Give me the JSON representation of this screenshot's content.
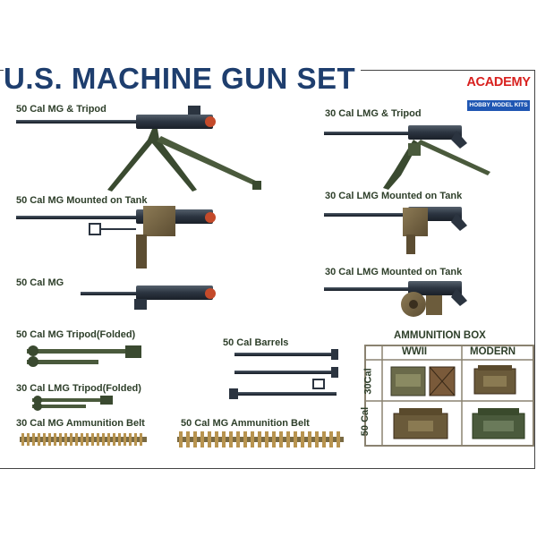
{
  "header": {
    "title": "U.S. MACHINE GUN SET",
    "brand": "ACADEMY",
    "brand_sub": "HOBBY MODEL KITS"
  },
  "items": {
    "mg50_tripod": "50 Cal MG & Tripod",
    "lmg30_tripod": "30 Cal LMG & Tripod",
    "mg50_tank": "50 Cal MG Mounted on Tank",
    "lmg30_tank_a": "30 Cal LMG Mounted on Tank",
    "mg50": "50 Cal MG",
    "lmg30_tank_b": "30 Cal LMG Mounted on Tank",
    "mg50_tripod_folded": "50 Cal MG Tripod(Folded)",
    "barrels50": "50 Cal Barrels",
    "lmg30_tripod_folded": "30 Cal LMG Tripod(Folded)",
    "belt30": "30 Cal MG Ammunition Belt",
    "belt50": "50 Cal MG Ammunition Belt"
  },
  "ammo_box": {
    "title": "AMMUNITION BOX",
    "col_wwii": "WWII",
    "col_modern": "MODERN",
    "row_30": "30Cal",
    "row_50": "50 Cal"
  },
  "colors": {
    "title": "#1e3e6e",
    "brand_red": "#d8201e",
    "brand_blue": "#1f56b3",
    "gun_metal": "#2b3440",
    "tripod_green": "#4a5a3c",
    "ammo_green": "#5b5a3c",
    "brass": "#b89450"
  }
}
